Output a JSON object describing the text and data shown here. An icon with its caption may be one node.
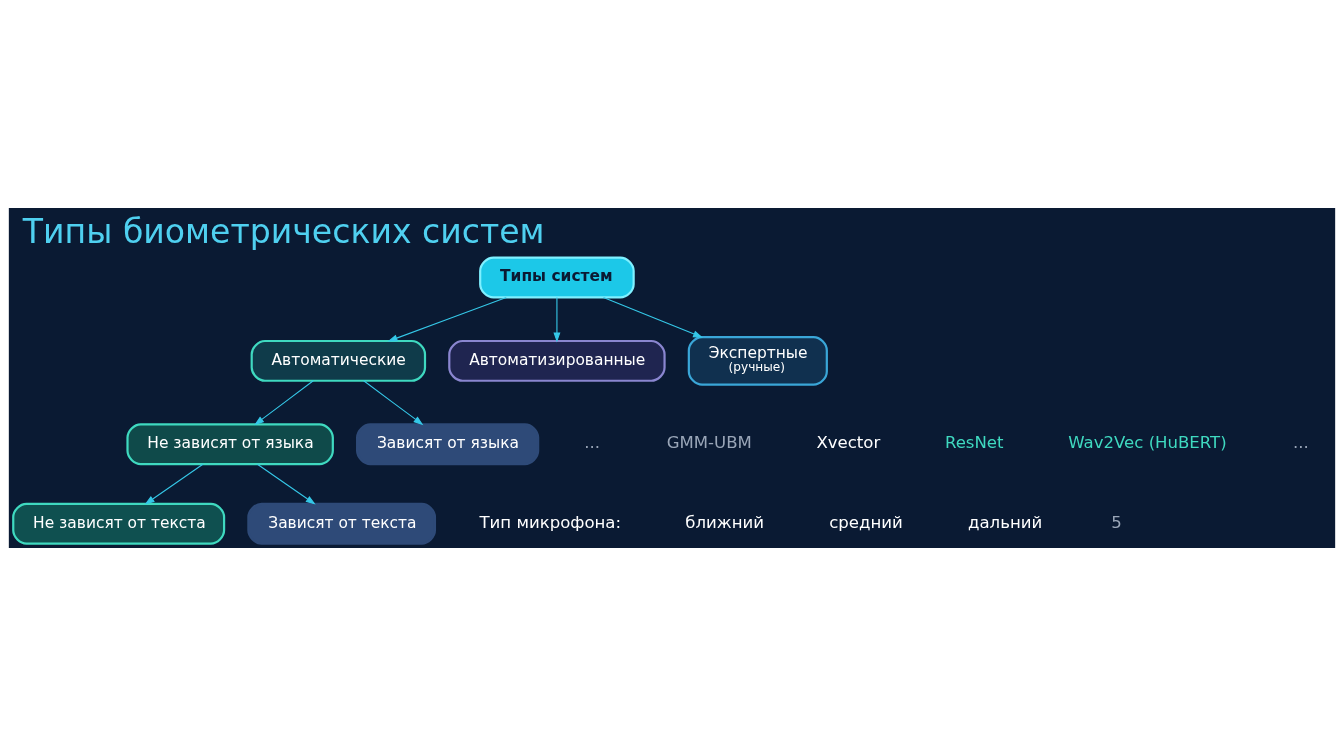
{
  "diagram": {
    "title": "Типы биометрических систем",
    "nodes": [
      {
        "text": [
          "Типы систем"
        ]
      },
      {
        "text": [
          "Автоматические"
        ]
      },
      {
        "text": [
          "Автоматизированные"
        ]
      },
      {
        "text": [
          "Экспертные",
          "(ручные)"
        ]
      },
      {
        "text": [
          "Не зависят от языка"
        ]
      },
      {
        "text": [
          "Зависят от языка"
        ]
      },
      {
        "text": [
          "Не зависят от текста"
        ]
      },
      {
        "text": [
          "Зависят от текста"
        ]
      }
    ],
    "edges": [
      {
        "from": 0,
        "to": 1,
        "arrow": "to"
      },
      {
        "from": 0,
        "to": 2,
        "arrow": "to"
      },
      {
        "from": 0,
        "to": 3,
        "arrow": "to"
      },
      {
        "from": 1,
        "to": 4,
        "arrow": "to"
      },
      {
        "from": 1,
        "to": 5,
        "arrow": "to"
      },
      {
        "from": 4,
        "to": 6,
        "arrow": "to"
      },
      {
        "from": 4,
        "to": 7,
        "arrow": "to"
      }
    ],
    "labels": [
      "...",
      "GMM-UBM",
      "Xvector",
      "ResNet",
      "Wav2Vec (HuBERT)",
      "...",
      "Тип микрофона:",
      "ближний",
      "средний",
      "дальний",
      "5"
    ]
  }
}
